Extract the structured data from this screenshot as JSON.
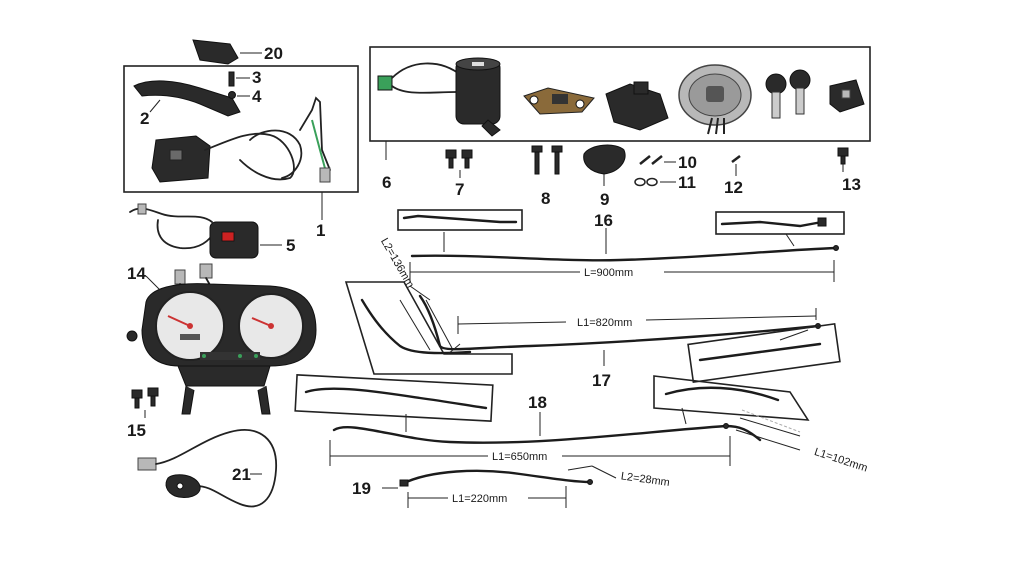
{
  "callouts": {
    "c1": "1",
    "c2": "2",
    "c3": "3",
    "c4": "4",
    "c5": "5",
    "c6": "6",
    "c7": "7",
    "c8": "8",
    "c9": "9",
    "c10": "10",
    "c11": "11",
    "c12": "12",
    "c13": "13",
    "c14": "14",
    "c15": "15",
    "c16": "16",
    "c17": "17",
    "c18": "18",
    "c19": "19",
    "c20": "20",
    "c21": "21"
  },
  "dimensions": {
    "d16_L": "L=900mm",
    "d17_L1": "L1=820mm",
    "d17_L2": "L2=136mm",
    "d18_L1": "L1=650mm",
    "d18_L1b": "L1=102mm",
    "d19_L1": "L1=220mm",
    "d19_L2": "L2=28mm"
  },
  "colors": {
    "line": "#1c1c1c",
    "connector_green": "#3aa05a",
    "switch_red": "#cc2222",
    "tank_cap_silver": "#b8b8b8",
    "meter_face": "#e8e8e8"
  }
}
